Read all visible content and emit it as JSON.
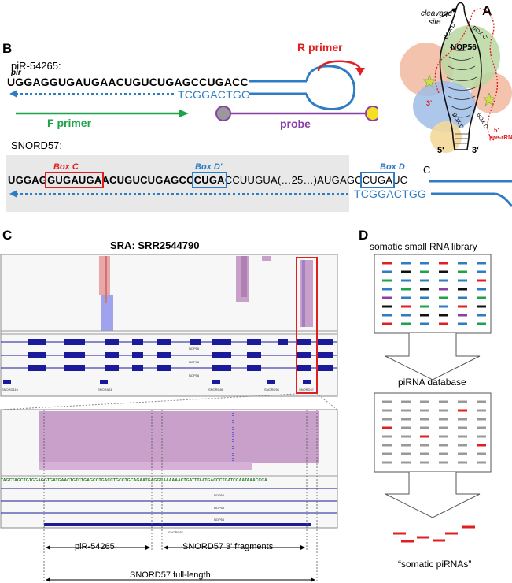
{
  "panelA": {
    "label": "A",
    "cleavage_site": [
      "cleavage",
      "site"
    ],
    "protein": "NOP56",
    "box_d_prime": "BOX D'",
    "box_c_prime": "BOX C'",
    "box_c": "BOX C",
    "box_d": "BOX D",
    "five_prime": "5'",
    "three_prime": "3'",
    "three_prime_red": "3'",
    "pre_rrna": [
      "5'",
      "pre-rRNA"
    ]
  },
  "panelB": {
    "label": "B",
    "pir_name": "piR-54265:",
    "pir_tag": "pir",
    "pir_seq": "UGGAGGUGAUGAACUGUCUGAGCCUGACC",
    "rt_seq": "TCGGACTGG",
    "r_primer": "R primer",
    "f_primer": "F primer",
    "probe": "probe",
    "snord_name": "SNORD57:",
    "box_c_label": "Box C",
    "box_dprime_label": "Box D'",
    "box_d_label": "Box D",
    "snord_seq_a": "UGGAG",
    "snord_seq_boxc": "GUGAUGA",
    "snord_seq_b": "ACUGUCUGAGCC",
    "snord_seq_boxdp": "CUGA",
    "snord_seq_c": "CCUUGUA(…25…)AUGAGC",
    "snord_seq_boxd": "CUGA",
    "snord_seq_d": "UC",
    "snord_trailing_c": "C",
    "snord_rt_seq": "TCGGACTGG"
  },
  "panelC": {
    "label": "C",
    "title": "SRA: SRR2544790",
    "gene_top": [
      "NOP56",
      "NOP56",
      "NOP56"
    ],
    "gene_labels": [
      "SNORD110",
      "SNORA51",
      "SNORD86",
      "SNORD56",
      "SNORD57"
    ],
    "seq_strip": "TAGCTAGCTGTGGAGGTGATGAACTGTCTGAGCCTGACCTGCCTGCAGAATGAGGCAAAAAACTGATTTAATGACCCTGATCCAATAAACCCA",
    "zoom_gene": [
      "NOP56",
      "NOP56",
      "NOP56",
      "SNORD57"
    ],
    "bracket_pir": "piR-54265",
    "bracket_frag": "SNORD57 3' fragments",
    "bracket_full": "SNORD57 full-length"
  },
  "panelD": {
    "label": "D",
    "library": "somatic small RNA library",
    "database": "piRNA database",
    "result": "“somatic piRNAs”"
  },
  "colors": {
    "blue_seq": "#2e7cc4",
    "red": "#e02020",
    "green": "#1fa34a",
    "purple": "#8a3fa8",
    "navy": "#1a1a9a",
    "pink_reads": "#eba7a7",
    "purple_reads": "#c9a0c9",
    "lavender_reads": "#9fa3ee"
  }
}
